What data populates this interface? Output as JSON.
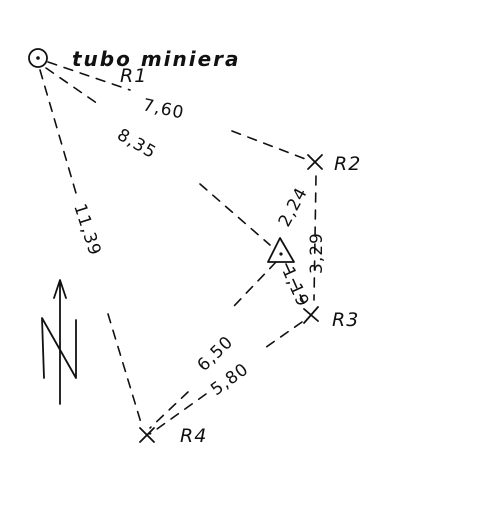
{
  "title": "tubo miniera",
  "points": {
    "r1": "R1",
    "r2": "R2",
    "r3": "R3",
    "r4": "R4"
  },
  "distances": {
    "r1_r2": "7,60",
    "r1_station": "8,35",
    "r1_r4": "11,39",
    "station_r2": "2,24",
    "r2_r3": "3,29",
    "station_r3": "1,19",
    "station_r4": "6,50",
    "r3_r4": "5,80"
  },
  "icons": {
    "origin": "circle-dot-icon",
    "station": "triangle-station-icon",
    "north": "north-arrow-icon",
    "survey_point": "cross-mark-icon"
  }
}
